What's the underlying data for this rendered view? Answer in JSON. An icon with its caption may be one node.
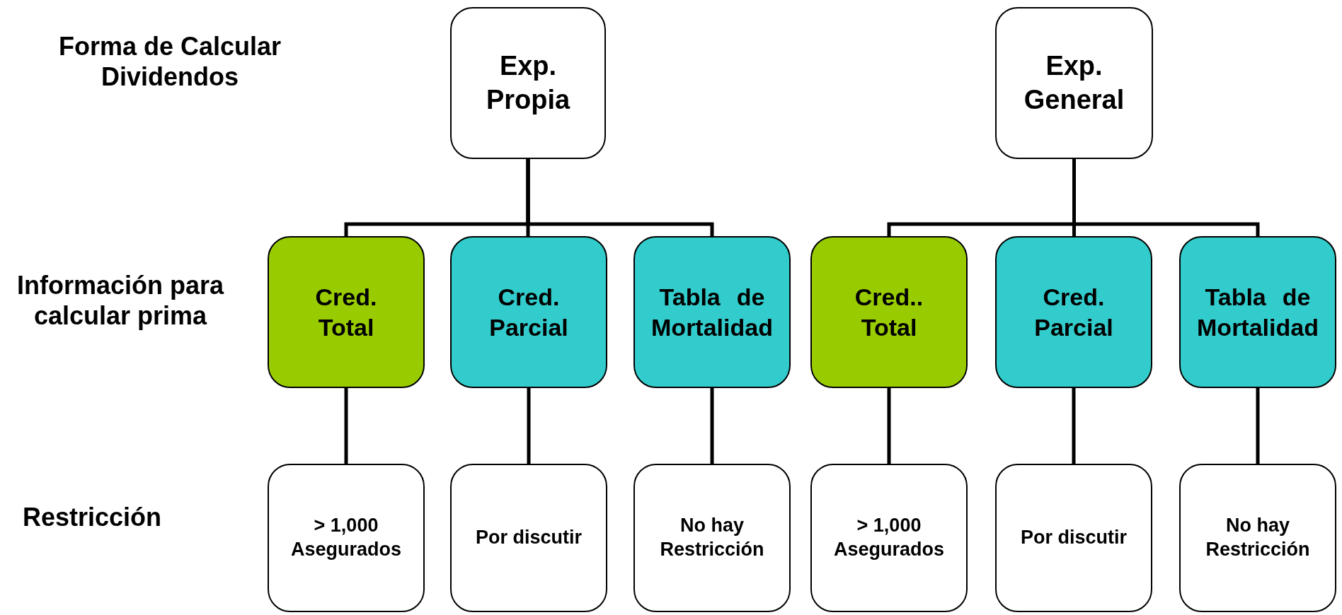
{
  "diagram": {
    "nodes": [
      {
        "text": [
          "Exp. Propia"
        ]
      },
      {
        "text": [
          "Exp. General"
        ]
      },
      {
        "text": [
          "Cred. Total"
        ]
      },
      {
        "text": [
          "Cred. Parcial"
        ]
      },
      {
        "text": [
          "Tabla de Mortalidad"
        ]
      },
      {
        "text": [
          "Cred.. Total"
        ]
      },
      {
        "text": [
          "Cred. Parcial"
        ]
      },
      {
        "text": [
          "Tabla de Mortalidad"
        ]
      },
      {
        "text": [
          "> 1,000 Asegurados"
        ]
      },
      {
        "text": [
          "Por discutir"
        ]
      },
      {
        "text": [
          "No hay Restricción"
        ]
      },
      {
        "text": [
          "> 1,000 Asegurados"
        ]
      },
      {
        "text": [
          "Por discutir"
        ]
      },
      {
        "text": [
          "No hay Restricción"
        ]
      }
    ],
    "edges": [
      {
        "from": 0,
        "to": 2,
        "arrow": "none"
      },
      {
        "from": 0,
        "to": 3,
        "arrow": "none"
      },
      {
        "from": 0,
        "to": 4,
        "arrow": "none"
      },
      {
        "from": 1,
        "to": 5,
        "arrow": "none"
      },
      {
        "from": 1,
        "to": 6,
        "arrow": "none"
      },
      {
        "from": 1,
        "to": 7,
        "arrow": "none"
      },
      {
        "from": 2,
        "to": 8,
        "arrow": "none"
      },
      {
        "from": 3,
        "to": 9,
        "arrow": "none"
      },
      {
        "from": 4,
        "to": 10,
        "arrow": "none"
      },
      {
        "from": 5,
        "to": 11,
        "arrow": "none"
      },
      {
        "from": 6,
        "to": 12,
        "arrow": "none"
      },
      {
        "from": 7,
        "to": 13,
        "arrow": "none"
      }
    ],
    "labels": [
      "Forma de Calcular Dividendos",
      "Información para calcular prima",
      "Restricción"
    ]
  }
}
